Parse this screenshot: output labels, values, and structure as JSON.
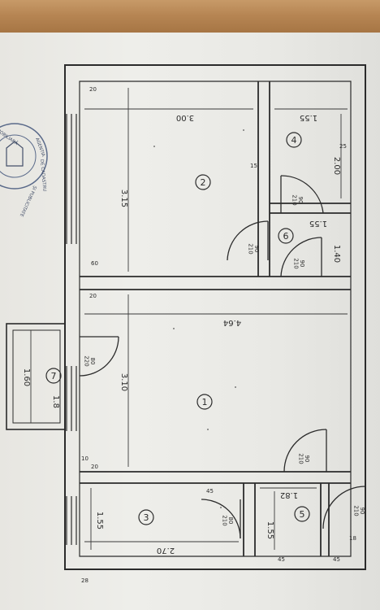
{
  "rooms": [
    {
      "id": "1",
      "cx": 0,
      "cy": 0
    },
    {
      "id": "2"
    },
    {
      "id": "3"
    },
    {
      "id": "4"
    },
    {
      "id": "5"
    },
    {
      "id": "6"
    },
    {
      "id": "7"
    }
  ],
  "dimensions": {
    "room2_length": "3.00",
    "room2_width": "3.15",
    "room4_length": "1.55",
    "room4_width": "2.00",
    "room6_length": "1.55",
    "room6_width": "1.40",
    "room1_length": "4.64",
    "room1_width": "3.10",
    "room3_width": "1.55",
    "room3_length": "2.70",
    "room5_length": "1.82",
    "room5_width": "1.55",
    "balcony_length": "1.60",
    "balcony_width": "1.8"
  },
  "doors": {
    "d2": "90\n210",
    "d6a": "90\n210",
    "d6b": "90\n210",
    "d7": "80\n220",
    "d1": "90\n210",
    "d3": "80\n210",
    "d5": "90\n210"
  },
  "walls": {
    "w20a": "20",
    "w20b": "20",
    "w20c": "20",
    "w25": "25",
    "w15": "15",
    "w10": "10",
    "w45a": "45",
    "w45b": "45",
    "w45c": "45",
    "w28": "28",
    "w18": "18",
    "w60": "60"
  },
  "stamp_text": [
    "AGENTIA",
    "DE CADASTRU",
    "ȘI PUBLICITATE",
    "IMOBILIARĂ"
  ]
}
